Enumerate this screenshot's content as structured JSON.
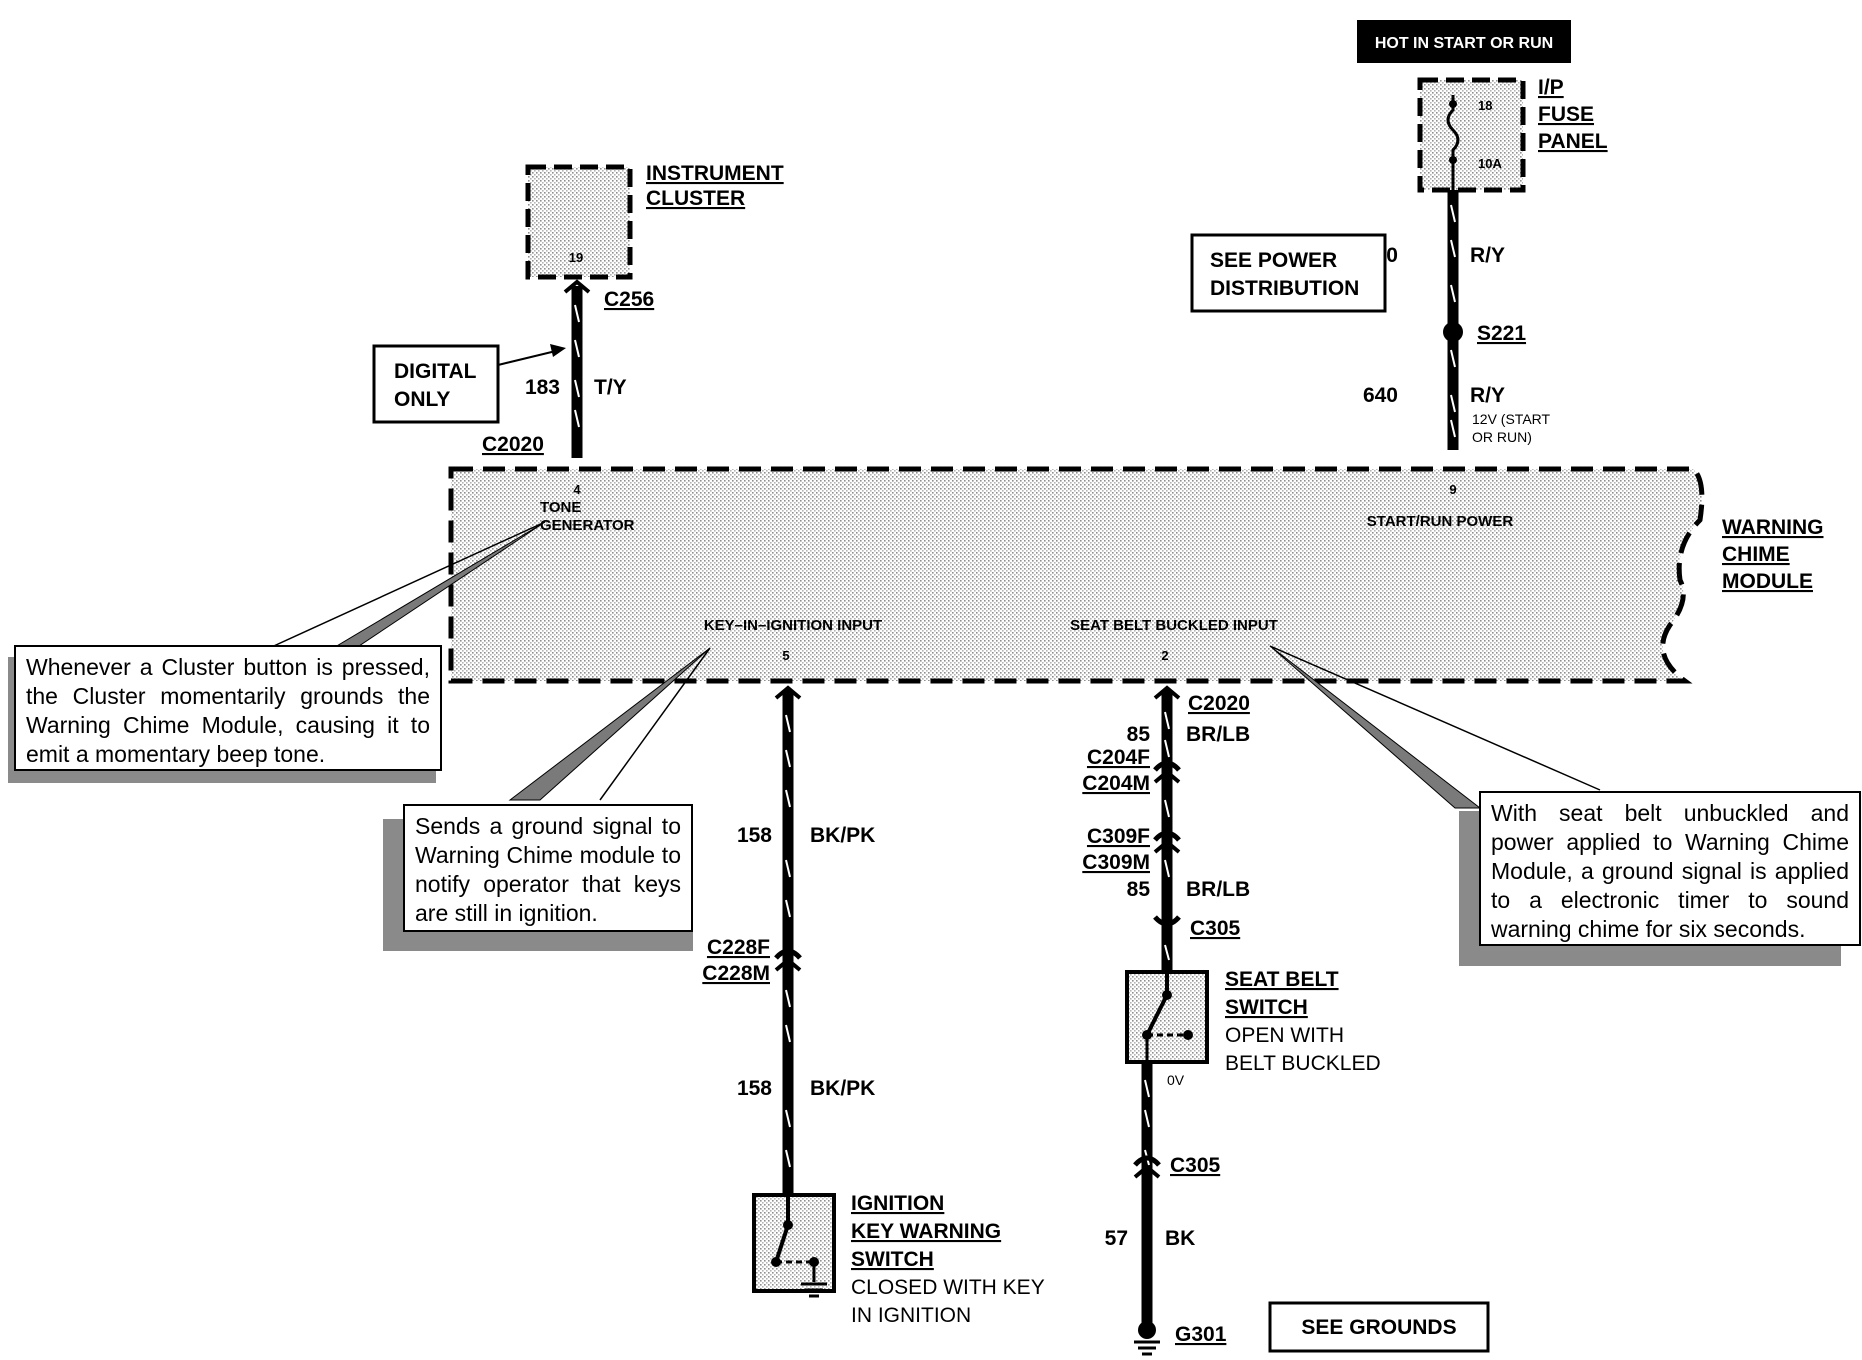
{
  "hot_label": "HOT IN START OR RUN",
  "fuse_panel": {
    "title_line1": "I/P",
    "title_line2": "FUSE",
    "title_line3": "PANEL",
    "fuse_number": "18",
    "fuse_rating": "10A"
  },
  "instrument_cluster": {
    "title_line1": "INSTRUMENT",
    "title_line2": "CLUSTER",
    "pin": "19"
  },
  "see_power_distribution": {
    "line1": "SEE POWER",
    "line2": "DISTRIBUTION"
  },
  "digital_only": {
    "line1": "DIGITAL",
    "line2": "ONLY"
  },
  "connectors": {
    "c256": "C256",
    "c2020_left": "C2020",
    "s221": "S221",
    "c2020_right": "C2020",
    "c204f": "C204F",
    "c204m": "C204M",
    "c309f": "C309F",
    "c309m": "C309M",
    "c305_top": "C305",
    "c305_bottom": "C305",
    "c228f": "C228F",
    "c228m": "C228M",
    "g301": "G301"
  },
  "wires": {
    "w183_num": "183",
    "w183_color": "T/Y",
    "w640a_num": "640",
    "w640a_color": "R/Y",
    "w640b_num": "640",
    "w640b_color": "R/Y",
    "w640b_note_line1": "12V (START",
    "w640b_note_line2": "OR RUN)",
    "w85a_num": "85",
    "w85a_color": "BR/LB",
    "w85b_num": "85",
    "w85b_color": "BR/LB",
    "w158a_num": "158",
    "w158a_color": "BK/PK",
    "w158b_num": "158",
    "w158b_color": "BK/PK",
    "w57_num": "57",
    "w57_color": "BK"
  },
  "module": {
    "title_line1": "WARNING",
    "title_line2": "CHIME",
    "title_line3": "MODULE",
    "pin4": "4",
    "pin4_label_line1": "TONE",
    "pin4_label_line2": "GENERATOR",
    "pin9": "9",
    "pin9_label": "START/RUN POWER",
    "pin5": "5",
    "pin5_label": "KEY–IN–IGNITION INPUT",
    "pin2": "2",
    "pin2_label": "SEAT BELT BUCKLED INPUT"
  },
  "notes": {
    "cluster_note": "Whenever a Cluster button is pressed, the Cluster momentarily grounds the Warning Chime Module, causing it to emit a momentary beep tone.",
    "key_note": "Sends a ground signal to Warning Chime module to notify operator that keys are still in ignition.",
    "seatbelt_note": "With seat belt unbuckled and power applied to Warning Chime Module, a ground signal is applied to a electronic timer to sound warning chime for six seconds."
  },
  "seat_belt_switch": {
    "title_line1": "SEAT BELT",
    "title_line2": "SWITCH",
    "desc_line1": "OPEN WITH",
    "desc_line2": "BELT BUCKLED",
    "voltage": "0V"
  },
  "ignition_switch": {
    "title_line1": "IGNITION",
    "title_line2": "KEY WARNING",
    "title_line3": "SWITCH",
    "desc_line1": "CLOSED WITH KEY",
    "desc_line2": "IN IGNITION"
  },
  "see_grounds": "SEE GROUNDS",
  "colors": {
    "stipple": "#c9c9c9",
    "shadow": "#8a8a8a",
    "ink": "#000000",
    "paper": "#ffffff"
  }
}
